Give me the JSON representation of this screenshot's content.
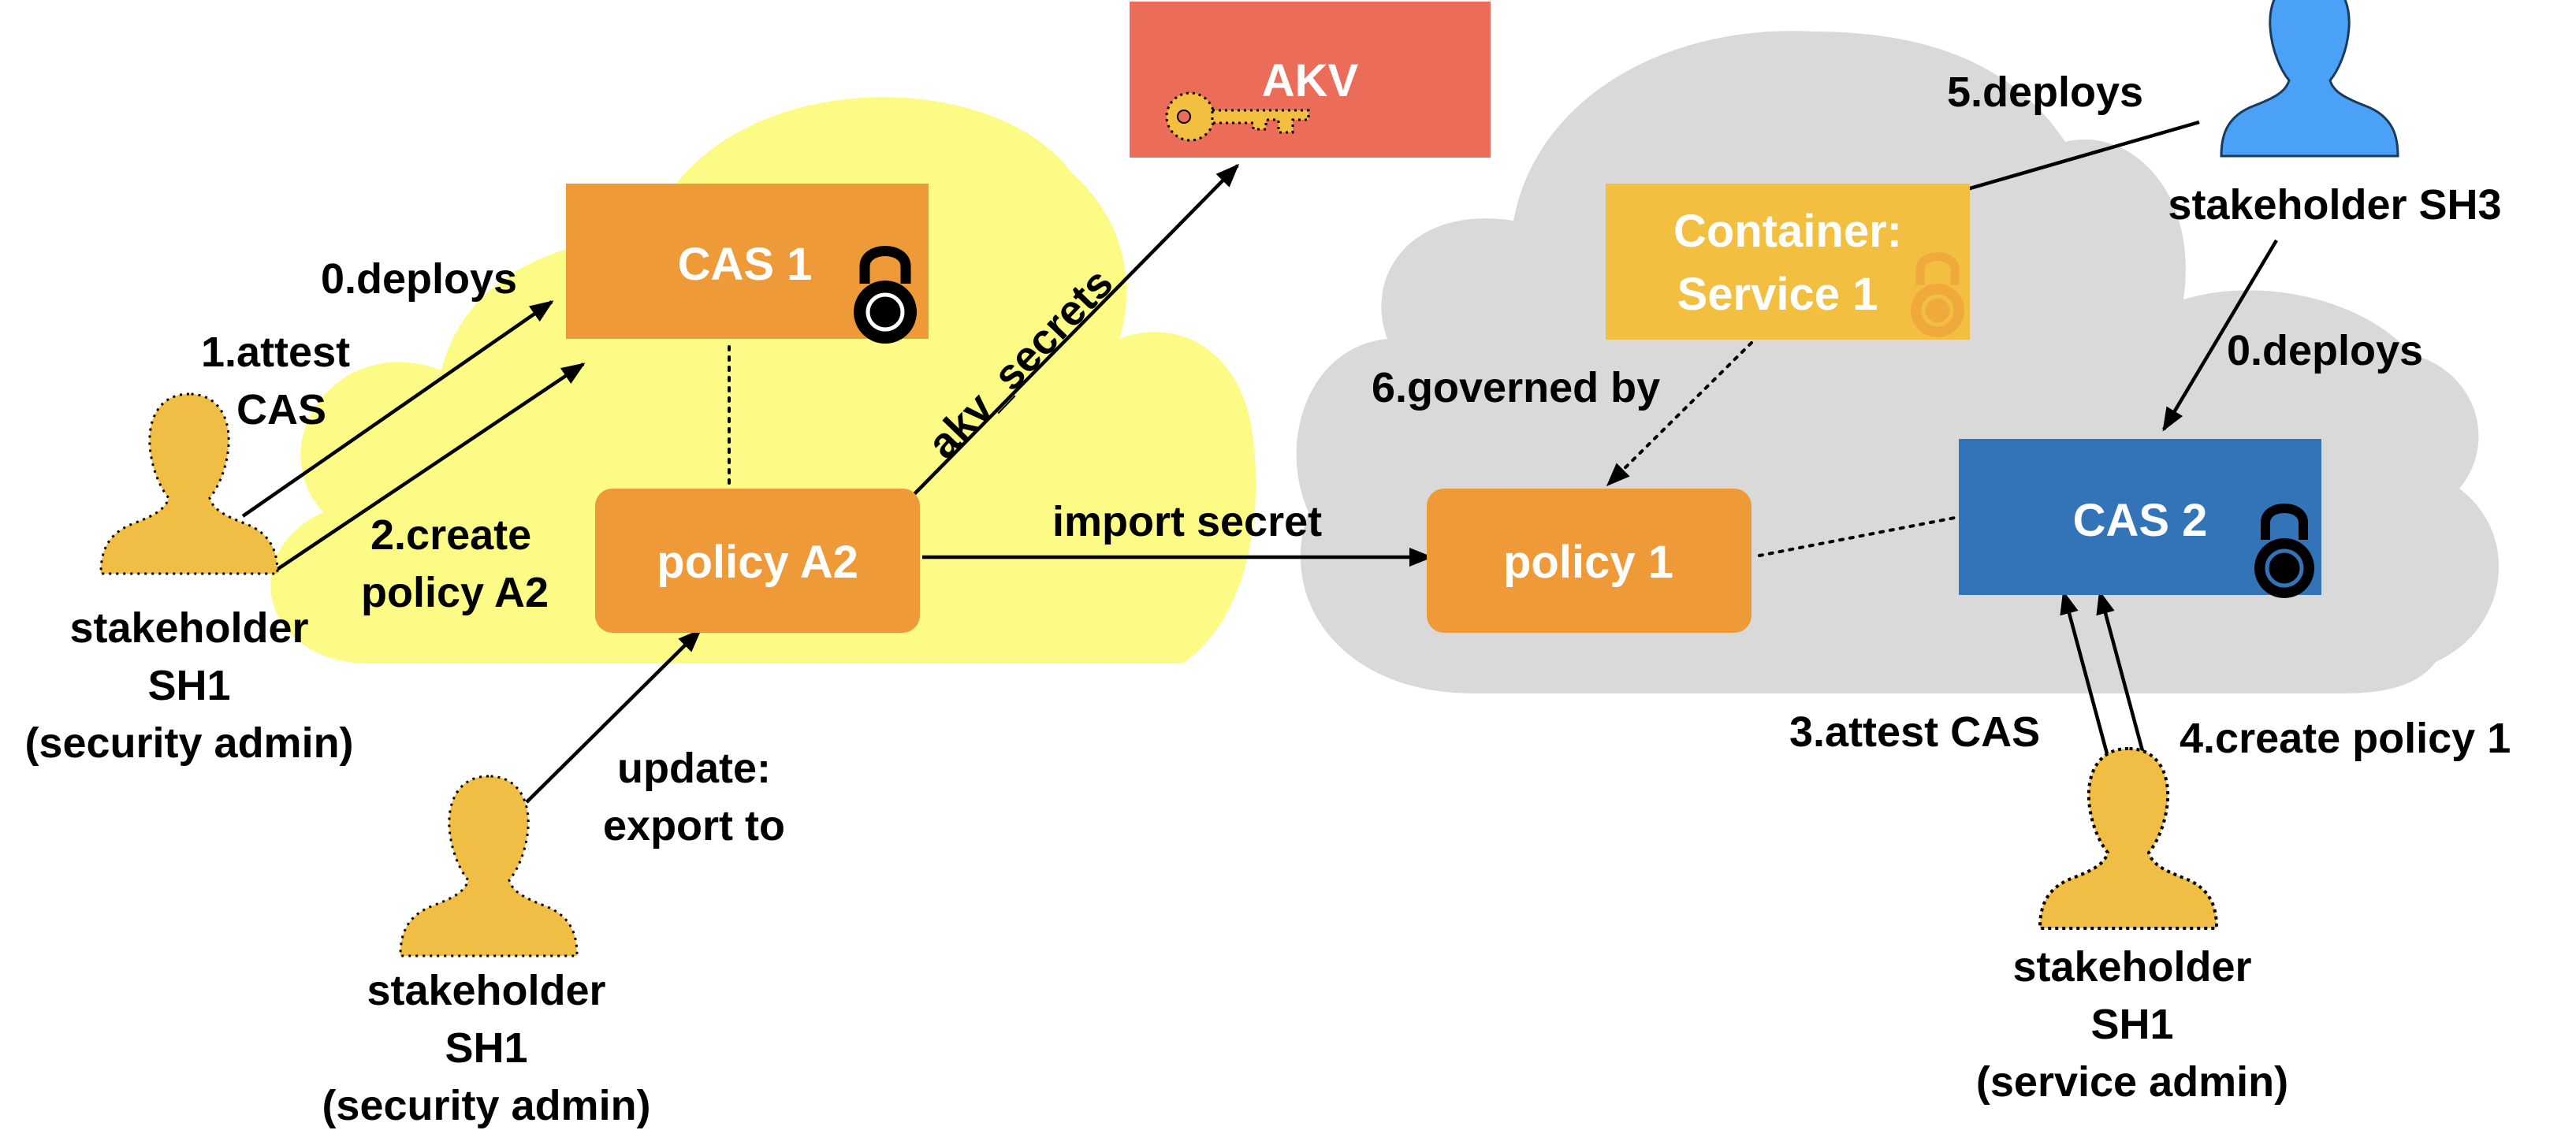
{
  "colors": {
    "cloud_left": "#fbfb85",
    "cloud_right": "#d9d9d9",
    "cas1": "#ef9a39",
    "policy": "#ef9a39",
    "container": "#f2bf40",
    "cas2": "#3373b8",
    "akv": "#ec6c5a",
    "person_yellow": "#f0bd45",
    "person_blue": "#4aa1f5"
  },
  "icons": [
    "padlock-icon",
    "key-icon",
    "person-icon"
  ],
  "nodes": {
    "akv": "AKV",
    "cas1": "CAS 1",
    "policy_a2": "policy A2",
    "container_line1": "Container:",
    "container_line2": "Service 1",
    "policy1": "policy 1",
    "cas2": "CAS 2"
  },
  "stakeholders": {
    "sh1_left": [
      "stakeholder",
      "SH1",
      "(security admin)"
    ],
    "sh1_bottom": [
      "stakeholder",
      "SH1",
      "(security admin)"
    ],
    "sh1_right": [
      "stakeholder",
      "SH1",
      "(service admin)"
    ],
    "sh3": "stakeholder SH3"
  },
  "edges": {
    "deploys0_left": "0.deploys",
    "attest_cas_1": "1.attest",
    "attest_cas_2": "CAS",
    "create_policy_1": "2.create",
    "create_policy_2": "policy A2",
    "akv_secrets": "akv_secrets",
    "import_secret": "import secret",
    "update_1": "update:",
    "update_2": "export to",
    "deploys5": "5.deploys",
    "governed": "6.governed by",
    "deploys0_right": "0.deploys",
    "attest_cas3": "3.attest CAS",
    "create_policy4": "4.create policy 1"
  }
}
